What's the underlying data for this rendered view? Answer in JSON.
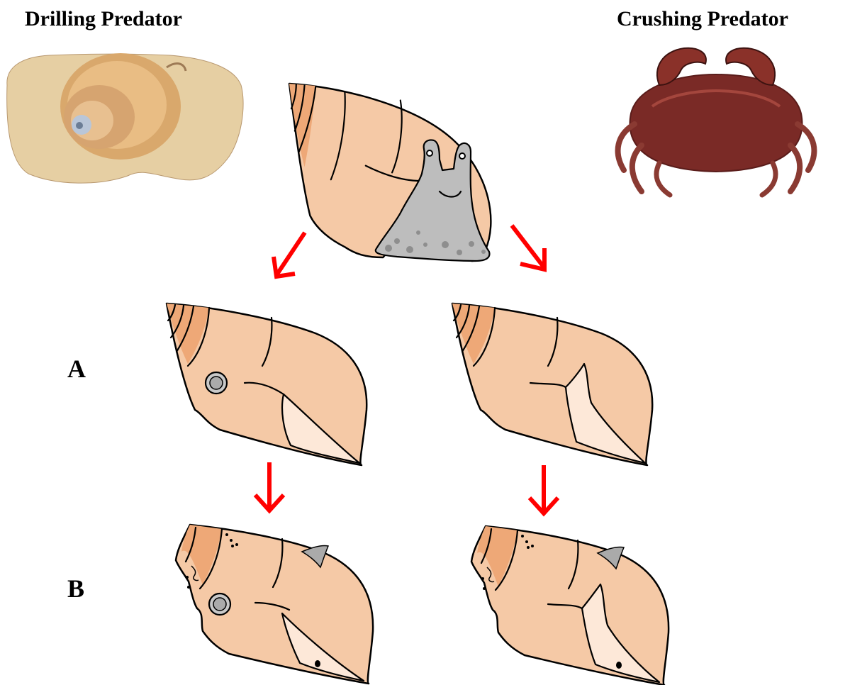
{
  "titles": {
    "left": "Drilling Predator",
    "right": "Crushing Predator"
  },
  "row_labels": {
    "a": "A",
    "b": "B"
  },
  "colors": {
    "shell": "#f5c9a6",
    "shell_apex": "#eea877",
    "aperture": "#fde8d8",
    "arrow": "#ff0000",
    "snail_body": "#bdbdbd",
    "crab": "#7a2a26",
    "moon_snail": "#d7a674"
  },
  "icons": {
    "left_photo": "moon-snail-photo",
    "right_photo": "red-rock-crab-photo",
    "creature": "snail-creature-icon"
  }
}
